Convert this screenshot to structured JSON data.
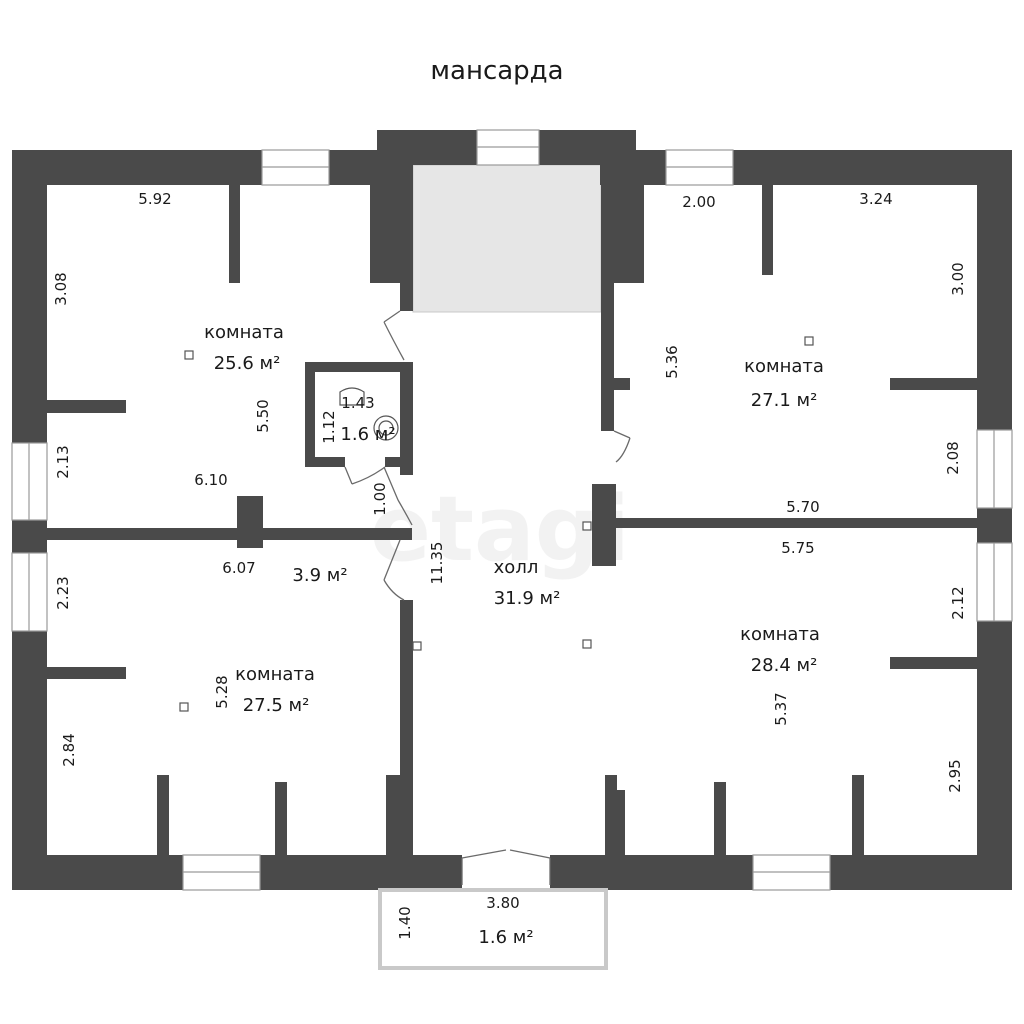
{
  "plan": {
    "title": "мансарда",
    "watermark": "etagi",
    "rooms": {
      "top_left": {
        "name": "комната",
        "area": "25.6 м²"
      },
      "top_right": {
        "name": "комната",
        "area": "27.1 м²"
      },
      "bottom_left": {
        "name": "комната",
        "area": "27.5 м²"
      },
      "bottom_right": {
        "name": "комната",
        "area": "28.4 м²"
      },
      "hall": {
        "name": "холл",
        "area": "31.9 м²"
      },
      "bath": {
        "area": "1.6 м²"
      },
      "corridor": {
        "area": "3.9 м²"
      },
      "balcony": {
        "area": "1.6 м²"
      }
    },
    "dimensions": {
      "tl_width": "5.92",
      "tl_left_upper": "3.08",
      "tl_depth": "5.50",
      "tl_left_lower": "2.13",
      "tl_bottom": "6.10",
      "bath_width": "1.43",
      "bath_depth": "1.12",
      "door_gap": "1.00",
      "tr_left_width": "2.00",
      "tr_right_width": "3.24",
      "tr_right_upper": "3.00",
      "tr_depth": "5.36",
      "tr_right_lower": "2.08",
      "tr_bottom": "5.70",
      "br_top": "5.75",
      "br_right_upper": "2.12",
      "br_depth": "5.37",
      "br_right_lower": "2.95",
      "bl_top": "6.07",
      "bl_left_upper": "2.23",
      "bl_depth": "5.28",
      "bl_left_lower": "2.84",
      "hall_depth": "11.35",
      "balcony_width": "3.80",
      "balcony_depth": "1.40"
    }
  }
}
